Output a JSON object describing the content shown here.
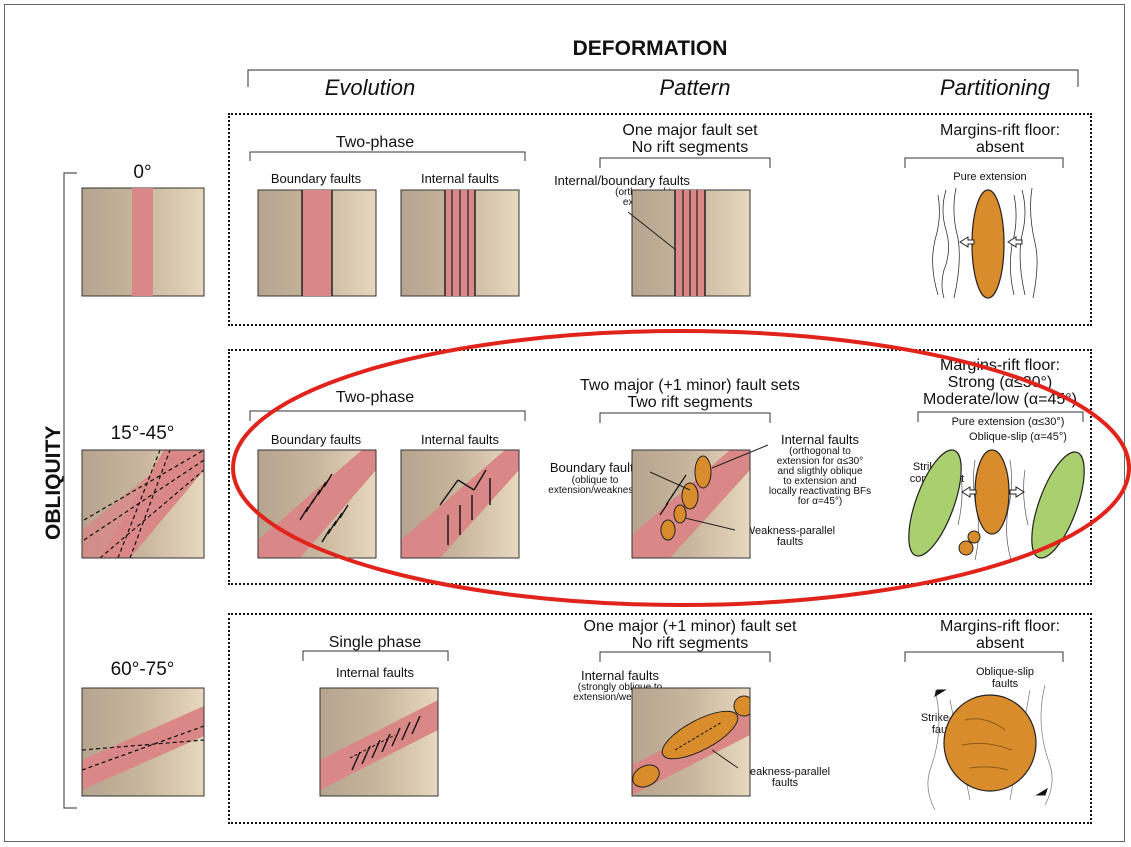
{
  "header": {
    "title": "DEFORMATION",
    "columns": [
      "Evolution",
      "Pattern",
      "Partitioning"
    ]
  },
  "side_label": "OBLIQUITY",
  "rows": [
    {
      "angle": "0°",
      "evolution": {
        "phase": "Two-phase",
        "panels": [
          "Boundary faults",
          "Internal faults"
        ]
      },
      "pattern": {
        "heading": [
          "One major fault set",
          "No rift segments"
        ],
        "labels": [
          "Internal/boundary faults",
          "(orthogonal to",
          "extension)"
        ]
      },
      "partitioning": {
        "heading": [
          "Margins-rift floor:",
          "absent"
        ],
        "labels": [
          "Pure extension"
        ]
      }
    },
    {
      "angle": "15°-45°",
      "evolution": {
        "phase": "Two-phase",
        "panels": [
          "Boundary faults",
          "Internal faults"
        ]
      },
      "pattern": {
        "heading": [
          "Two major (+1 minor) fault sets",
          "Two rift segments"
        ],
        "labels_left": [
          "Boundary faults",
          "(oblique to",
          "extension/weakness)"
        ],
        "labels_right": [
          "Internal faults",
          "(orthogonal to",
          "extension for α≤30°",
          "and sligthly oblique",
          "to extension and",
          "locally reactivating BFs",
          "for α=45°)"
        ],
        "labels_bottom": [
          "Weakness-parallel",
          "faults"
        ]
      },
      "partitioning": {
        "heading": [
          "Margins-rift floor:",
          "Strong (α≤30°)",
          "Moderate/low (α=45°)"
        ],
        "labels": [
          "Pure extension (α≤30°)",
          "Oblique-slip (α=45°)",
          "Strike-slip",
          "component"
        ]
      }
    },
    {
      "angle": "60°-75°",
      "evolution": {
        "phase": "Single phase",
        "panels": [
          "Internal faults"
        ]
      },
      "pattern": {
        "heading": [
          "One major (+1 minor) fault set",
          "No rift segments"
        ],
        "labels": [
          "Internal faults",
          "(strongly oblique to",
          "extension/weakness)"
        ],
        "labels_bottom": [
          "Weakness-parallel",
          "faults"
        ]
      },
      "partitioning": {
        "heading": [
          "Margins-rift floor:",
          "absent"
        ],
        "labels": [
          "Oblique-slip",
          "faults",
          "Strike-slip",
          "faults"
        ]
      }
    }
  ],
  "colors": {
    "plate": "#c8b39a",
    "rift": "#d98787",
    "orange_basin": "#d98c2b",
    "green_basin": "#a9cf6e",
    "highlight": "#e0241b"
  }
}
